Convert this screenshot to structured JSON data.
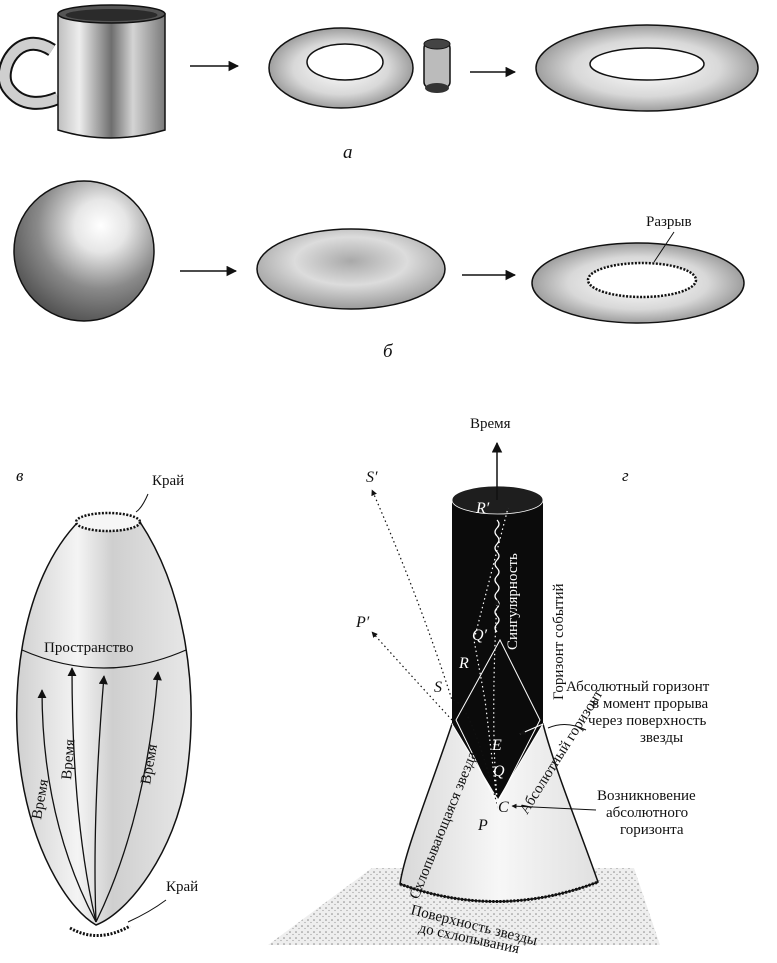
{
  "panels": {
    "a": {
      "label": "а"
    },
    "b": {
      "label": "б",
      "rupture_label": "Разрыв"
    },
    "v": {
      "label": "в",
      "edge_top_label": "Край",
      "edge_bottom_label": "Край",
      "space_label": "Пространство",
      "time_labels": [
        "Время",
        "Время",
        "Время"
      ]
    },
    "g": {
      "label": "г",
      "time_label": "Время",
      "singularity_label": "Сингулярность",
      "event_horizon_label": "Горизонт событий",
      "absolute_horizon_label": "Абсолютный горизонт",
      "collapsing_star_label": "Схлопывающаяся звезда",
      "breakthrough_label": [
        "Абсолютный горизонт",
        "в момент прорыва",
        "через поверхность",
        "звезды"
      ],
      "emergence_label": [
        "Возникновение",
        "абсолютного",
        "горизонта"
      ],
      "surface_label": [
        "Поверхность звезды",
        "до схлопывания"
      ],
      "points": {
        "R_prime": "R′",
        "Q_prime": "Q′",
        "R": "R",
        "S": "S",
        "S_prime": "S′",
        "P_prime": "P′",
        "E": "E",
        "Q": "Q",
        "C": "C",
        "P": "P"
      }
    }
  },
  "colors": {
    "ink": "#111111",
    "paper": "#ffffff",
    "shade": "#7a7a7a"
  }
}
